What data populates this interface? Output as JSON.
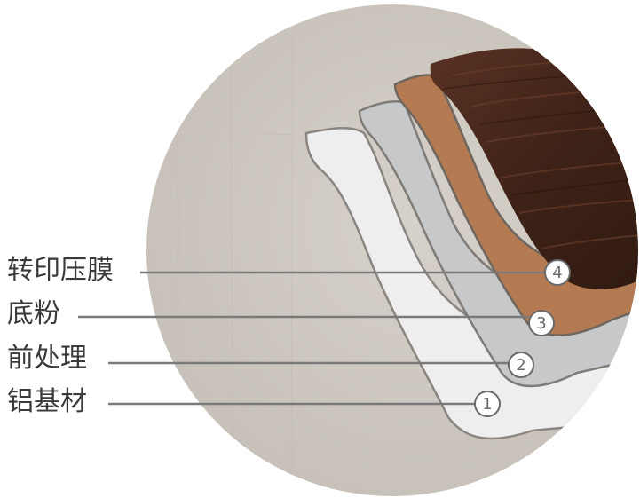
{
  "layers": [
    {
      "number": "4",
      "label": "转印压膜"
    },
    {
      "number": "3",
      "label": "底粉"
    },
    {
      "number": "2",
      "label": "前处理"
    },
    {
      "number": "1",
      "label": "铝基材"
    }
  ],
  "colors": {
    "circle_bg": "#cfc9c2",
    "aluminum": "#ebebeb",
    "pretreatment": "#c4c6c8",
    "primer_powder": "#b47a52",
    "wood_film": "#4a2a1c",
    "leader_line": "#7a7a7a",
    "label_text": "#3a3a3a"
  }
}
